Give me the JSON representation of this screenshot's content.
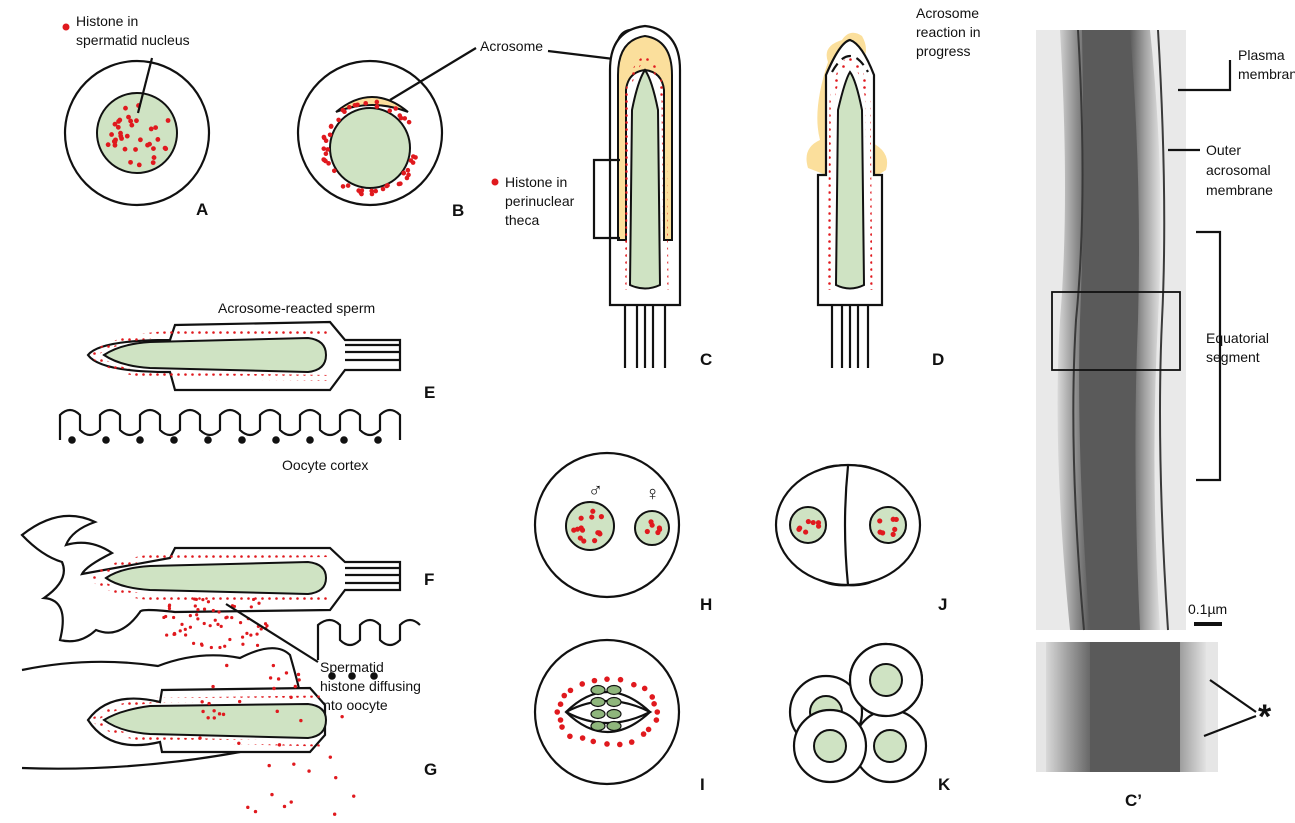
{
  "colors": {
    "nucleus": "#cfe3c3",
    "acrosome": "#fbdf9c",
    "histone": "#e0191e",
    "outline": "#111111",
    "micrograph": "#6e6e6e"
  },
  "labels": {
    "histone_nucleus": "Histone in spermatid nucleus",
    "acrosome": "Acrosome",
    "histone_theca": "Histone in perinuclear theca",
    "acrosome_reaction": "Acrosome reaction in progress",
    "acrosome_reacted": "Acrosome-reacted sperm",
    "oocyte_cortex": "Oocyte cortex",
    "spermatid_histone": "Spermatid histone diffusing into oocyte",
    "male_symbol": "♂",
    "female_symbol": "♀",
    "plasma_membrane": "Plasma membrane",
    "outer_acrosomal": "Outer acrosomal membrane",
    "equatorial_segment": "Equatorial segment",
    "scale_bar": "0.1µm",
    "asterisk": "*"
  },
  "panels": {
    "A": "A",
    "B": "B",
    "C": "C",
    "D": "D",
    "E": "E",
    "F": "F",
    "G": "G",
    "H": "H",
    "I": "I",
    "J": "J",
    "K": "K",
    "Cprime": "C’"
  }
}
